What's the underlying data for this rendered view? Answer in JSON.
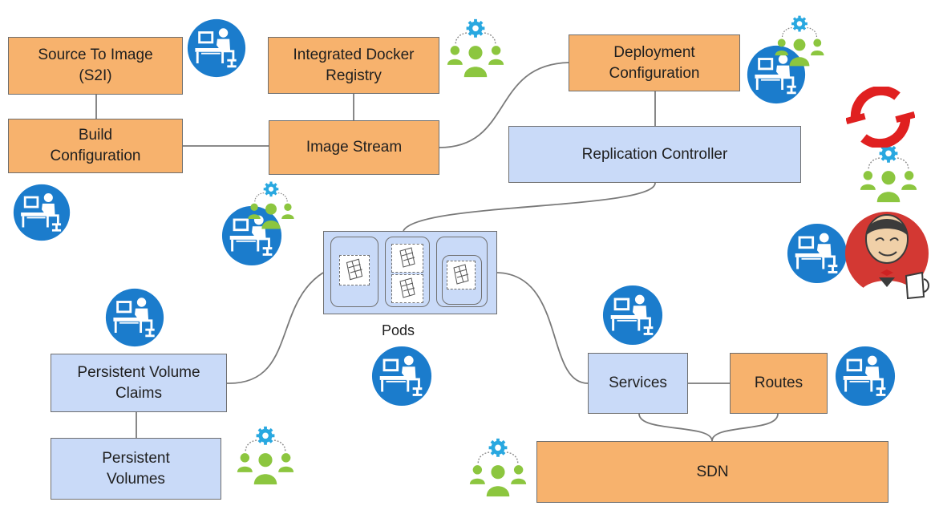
{
  "diagram": {
    "nodes": {
      "s2i": "Source To Image\n(S2I)",
      "registry": "Integrated Docker\nRegistry",
      "deploy_config": "Deployment\nConfiguration",
      "build_config": "Build\nConfiguration",
      "image_stream": "Image Stream",
      "replication_controller": "Replication Controller",
      "pvc": "Persistent Volume\nClaims",
      "pv": "Persistent\nVolumes",
      "services": "Services",
      "routes": "Routes",
      "sdn": "SDN"
    },
    "pods_label": "Pods"
  },
  "colors": {
    "orange_box": "#f7b26d",
    "blue_box": "#c9daf8",
    "developer_badge": "#1b7ccc",
    "operator_green": "#8cc63f",
    "gear_blue": "#29a8e0",
    "openshift_red": "#e02020",
    "jenkins_bg": "#d33833"
  },
  "icons": {
    "developer": "developer-at-desk-icon",
    "operators": "operator-team-gear-icon",
    "openshift": "openshift-logo-icon",
    "jenkins": "jenkins-butler-icon"
  }
}
